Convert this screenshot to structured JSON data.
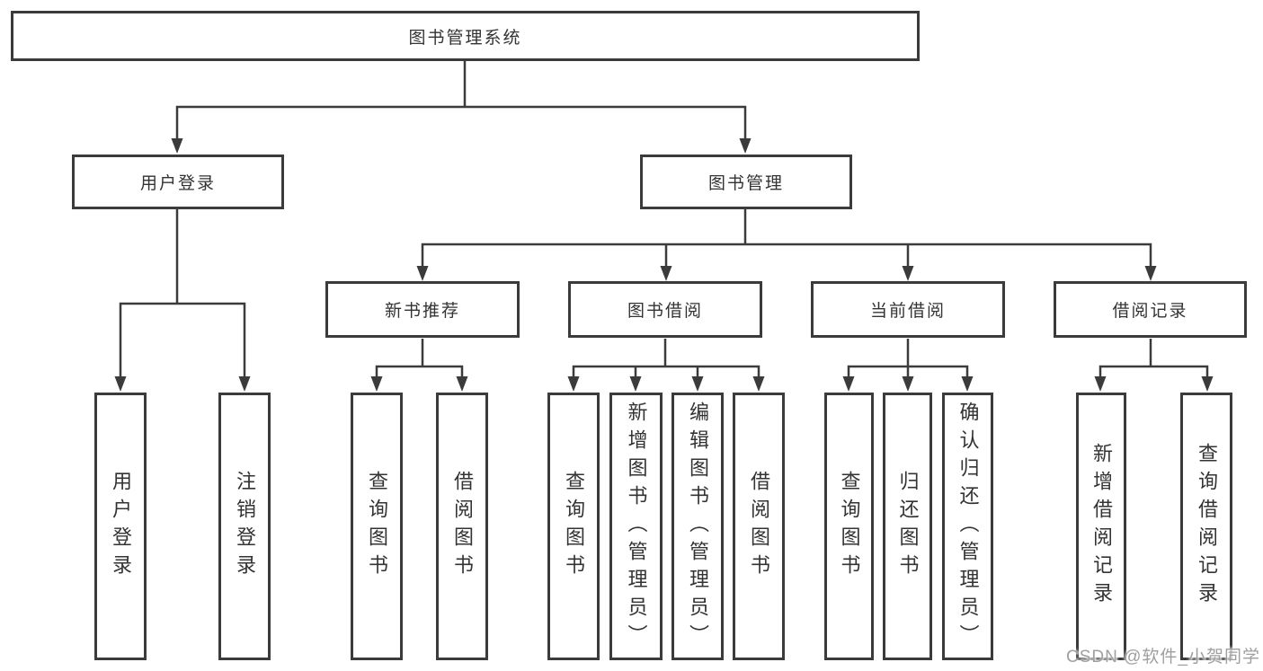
{
  "diagram": {
    "root": {
      "label": "图书管理系统"
    },
    "branches": {
      "user_login": {
        "label": "用户登录"
      },
      "book_mgmt": {
        "label": "图书管理"
      }
    },
    "modules": {
      "new_book_rec": {
        "label": "新书推荐"
      },
      "book_borrow": {
        "label": "图书借阅"
      },
      "current_borrow": {
        "label": "当前借阅"
      },
      "borrow_records": {
        "label": "借阅记录"
      }
    },
    "leaves": {
      "login_user_login": {
        "label": "用户登录"
      },
      "login_logout": {
        "label": "注销登录"
      },
      "rec_query_books": {
        "label": "查询图书"
      },
      "rec_borrow_books": {
        "label": "借阅图书"
      },
      "borrow_query_books": {
        "label": "查询图书"
      },
      "borrow_add_books": {
        "label": "新增图书（管理员）"
      },
      "borrow_edit_books": {
        "label": "编辑图书（管理员）"
      },
      "borrow_borrow_books": {
        "label": "借阅图书"
      },
      "cur_query_books": {
        "label": "查询图书"
      },
      "cur_return_books": {
        "label": "归还图书"
      },
      "cur_confirm_return": {
        "label": "确认归还（管理员）"
      },
      "log_add_record": {
        "label": "新增借阅记录"
      },
      "log_query_record": {
        "label": "查询借阅记录"
      }
    }
  },
  "watermark": {
    "text": "CSDN @软件_小贺同学"
  },
  "colors": {
    "line": "#3b3b3b",
    "box_border": "#3b3b3b",
    "text": "#333333",
    "watermark": "#9f9f9f",
    "background": "#ffffff"
  }
}
